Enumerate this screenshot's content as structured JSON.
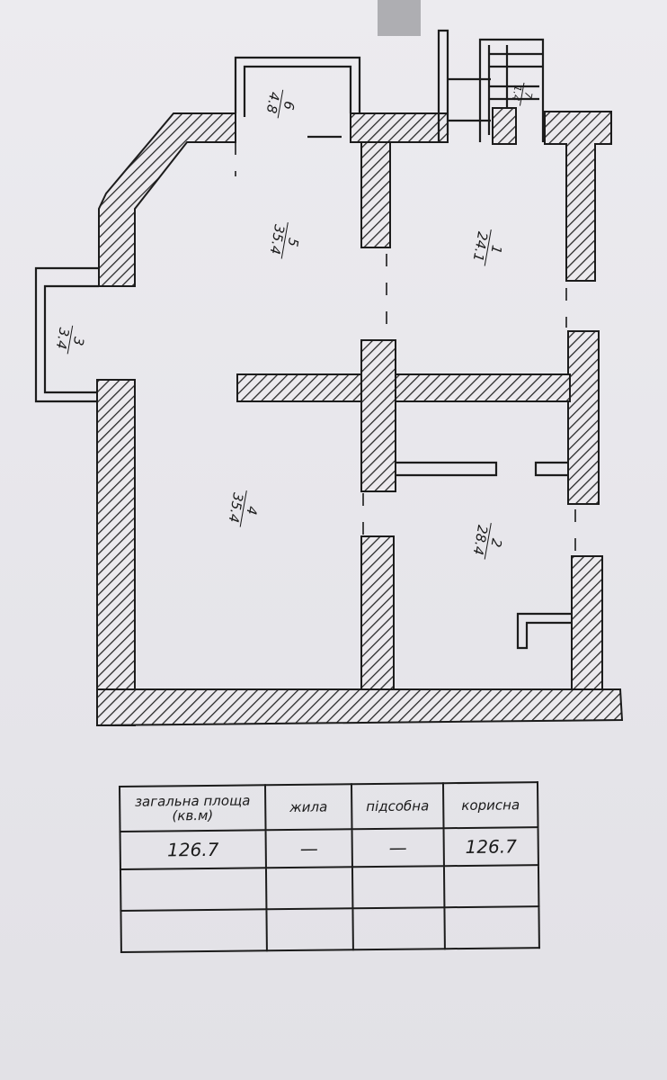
{
  "rooms": [
    {
      "number": "6",
      "area": "4.8"
    },
    {
      "number": "5",
      "area": "35.4"
    },
    {
      "number": "1",
      "area": "24.1"
    },
    {
      "number": "3",
      "area": "3.4"
    },
    {
      "number": "4",
      "area": "35.4"
    },
    {
      "number": "2",
      "area": "28.4"
    },
    {
      "number": "7",
      "area": "1.4"
    }
  ],
  "table": {
    "headers": [
      "загальна площа (кв.м)",
      "жила",
      "підсобна",
      "корисна"
    ],
    "rows": [
      [
        "126.7",
        "—",
        "—",
        "126.7"
      ],
      [
        "",
        "",
        "",
        ""
      ],
      [
        "",
        "",
        "",
        ""
      ]
    ]
  },
  "colors": {
    "ink": "#1c1c1c",
    "paper": "#e9e7ec",
    "hatch": "#2a2a2a"
  }
}
